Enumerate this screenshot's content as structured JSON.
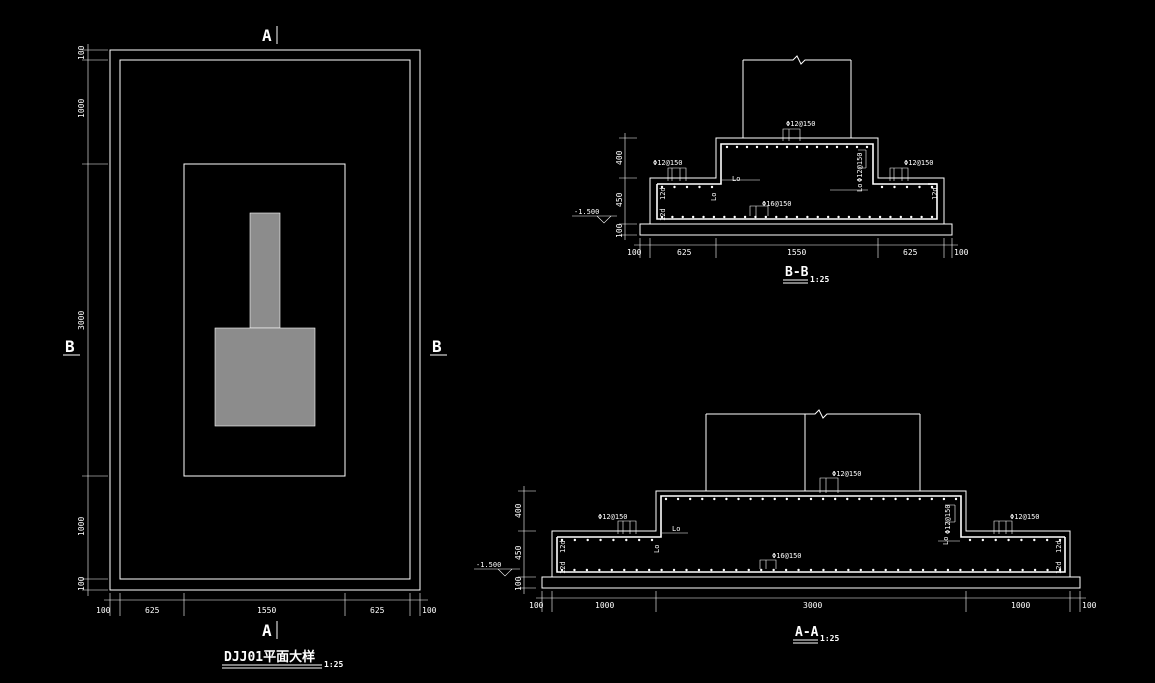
{
  "colors": {
    "background": "#000000",
    "line": "#ffffff",
    "column_fill": "#8c8c8c"
  },
  "plan": {
    "section_a_top": "A",
    "section_a_bottom": "A",
    "section_b_left": "B",
    "section_b_right": "B",
    "title": "DJJ01平面大样",
    "scale": "1:25",
    "dims_bottom": [
      "100",
      "625",
      "1550",
      "625",
      "100"
    ],
    "dims_left": [
      "100",
      "1000",
      "3000",
      "1000",
      "100"
    ]
  },
  "section_bb": {
    "title": "B-B",
    "scale": "1:25",
    "elevation": "-1.500",
    "dims_bottom": [
      "100",
      "625",
      "1550",
      "625",
      "100"
    ],
    "dims_left": [
      "400",
      "450",
      "100"
    ],
    "rebar_top": "Φ12@150",
    "rebar_left": "Φ12@150",
    "rebar_right": "Φ12@150",
    "rebar_vertical": "Φ12@150",
    "rebar_bottom": "Φ16@150",
    "lap_label": "Lo",
    "d_label": "12d"
  },
  "section_aa": {
    "title": "A-A",
    "scale": "1:25",
    "elevation": "-1.500",
    "dims_bottom": [
      "100",
      "1000",
      "3000",
      "1000",
      "100"
    ],
    "dims_left": [
      "400",
      "450",
      "100"
    ],
    "rebar_top": "Φ12@150",
    "rebar_left": "Φ12@150",
    "rebar_right": "Φ12@150",
    "rebar_vertical": "Φ12@150",
    "rebar_bottom": "Φ16@150",
    "lap_label": "Lo",
    "d_label": "12d"
  }
}
